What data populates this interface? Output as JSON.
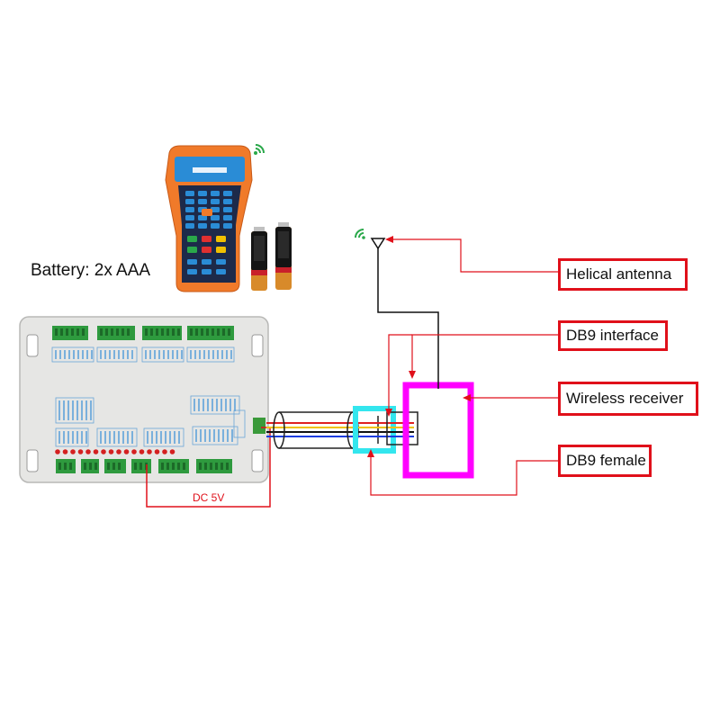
{
  "battery_label": "Battery: 2x AAA",
  "dc_label": "DC 5V",
  "callouts": {
    "helical_antenna": "Helical antenna",
    "db9_interface": "DB9 interface",
    "wireless_receiver": "Wireless receiver",
    "db9_female": "DB9 female"
  },
  "colors": {
    "callout": "#e0101a",
    "receiver_frame": "#ff00ff",
    "connector_frame": "#33e6ee",
    "pendant_body": "#f07a2a",
    "pendant_screen": "#2a8cd6",
    "wifi_signal": "#2aa84a",
    "wire_red": "#e02020",
    "wire_yellow": "#f0c000",
    "wire_blue": "#1a3de0",
    "wire_black": "#111111"
  },
  "icons": {
    "wifi": "wifi-signal-icon",
    "antenna": "antenna-icon"
  }
}
